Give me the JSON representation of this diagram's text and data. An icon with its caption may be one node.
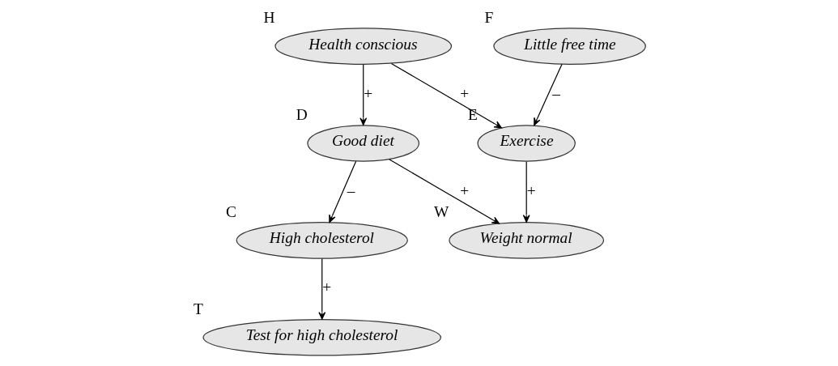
{
  "diagram": {
    "nodes": [
      {
        "text": [
          "Health conscious"
        ],
        "beside": [
          "H"
        ]
      },
      {
        "text": [
          "Little free time"
        ],
        "beside": [
          "F"
        ]
      },
      {
        "text": [
          "Good diet"
        ],
        "beside": [
          "D"
        ]
      },
      {
        "text": [
          "Exercise"
        ],
        "beside": [
          "E"
        ]
      },
      {
        "text": [
          "High cholesterol"
        ],
        "beside": [
          "C"
        ]
      },
      {
        "text": [
          "Weight normal"
        ],
        "beside": [
          "W"
        ]
      },
      {
        "text": [
          "Test for high cholesterol"
        ],
        "beside": [
          "T"
        ]
      }
    ],
    "edges": [
      {
        "from": 0,
        "to": 2,
        "arrow": "to",
        "label": "+"
      },
      {
        "from": 0,
        "to": 3,
        "arrow": "to",
        "label": "+"
      },
      {
        "from": 1,
        "to": 3,
        "arrow": "to",
        "label": "–"
      },
      {
        "from": 2,
        "to": 4,
        "arrow": "to",
        "label": "–"
      },
      {
        "from": 2,
        "to": 5,
        "arrow": "to",
        "label": "+"
      },
      {
        "from": 3,
        "to": 5,
        "arrow": "to",
        "label": "+"
      },
      {
        "from": 4,
        "to": 6,
        "arrow": "to",
        "label": "+"
      }
    ]
  }
}
